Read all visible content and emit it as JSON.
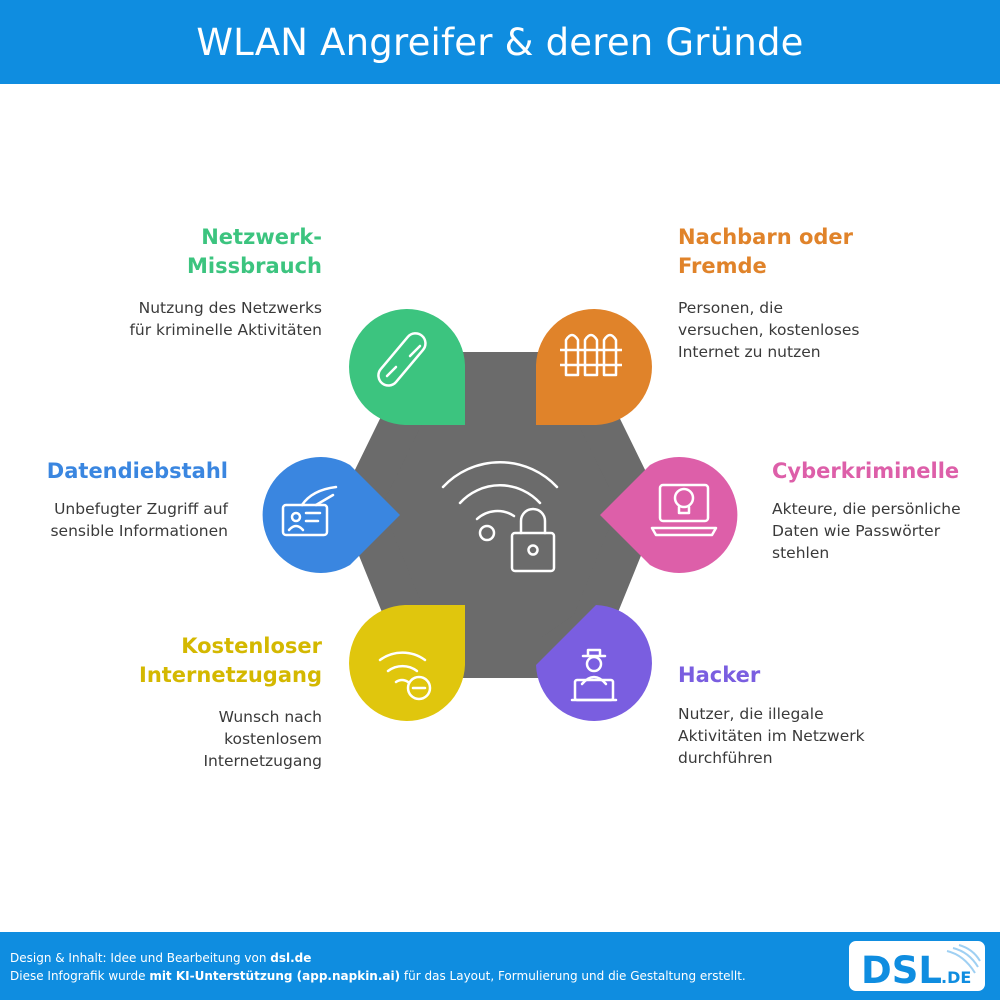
{
  "header": {
    "title": "WLAN Angreifer & deren Gründe"
  },
  "colors": {
    "header_bg": "#0f8de0",
    "center_hub": "#6b6b6b",
    "netzwerk_missbrauch": "#3cc47f",
    "nachbarn": "#e0832a",
    "cyberkriminelle": "#dd5fa9",
    "hacker": "#7a5ee0",
    "internetzugang": "#e0c60d",
    "datendiebstahl": "#3a86e0"
  },
  "center": {
    "icon": "wifi-lock-icon"
  },
  "items": {
    "netzwerk": {
      "title_1": "Netzwerk-",
      "title_2": "Missbrauch",
      "desc_1": "Nutzung des Netzwerks",
      "desc_2": "für kriminelle Aktivitäten",
      "icon": "broken-link-icon"
    },
    "nachbarn": {
      "title_1": "Nachbarn oder",
      "title_2": "Fremde",
      "desc_1": "Personen, die",
      "desc_2": "versuchen, kostenloses",
      "desc_3": "Internet zu nutzen",
      "icon": "fence-icon"
    },
    "cyber": {
      "title_1": "Cyberkriminelle",
      "desc_1": "Akteure, die persönliche",
      "desc_2": "Daten wie Passwörter",
      "desc_3": "stehlen",
      "icon": "skull-laptop-icon"
    },
    "hacker": {
      "title_1": "Hacker",
      "desc_1": "Nutzer, die illegale",
      "desc_2": "Aktivitäten im Netzwerk",
      "desc_3": "durchführen",
      "icon": "hacker-laptop-icon"
    },
    "internet": {
      "title_1": "Kostenloser",
      "title_2": "Internetzugang",
      "desc_1": "Wunsch nach",
      "desc_2": "kostenlosem",
      "desc_3": "Internetzugang",
      "icon": "wifi-minus-icon"
    },
    "daten": {
      "title_1": "Datendiebstahl",
      "desc_1": "Unbefugter Zugriff auf",
      "desc_2": "sensible Informationen",
      "icon": "hand-id-card-icon"
    }
  },
  "footer": {
    "line1_prefix": "Design & Inhalt: Idee und Bearbeitung von ",
    "line1_bold": "dsl.de",
    "line2_prefix": "Diese Infografik wurde ",
    "line2_bold": "mit KI-Unterstützung (app.napkin.ai)",
    "line2_suffix": " für das Layout, Formulierung und die Gestaltung erstellt."
  },
  "logo": {
    "main": "DSL",
    "suffix": ".DE"
  }
}
